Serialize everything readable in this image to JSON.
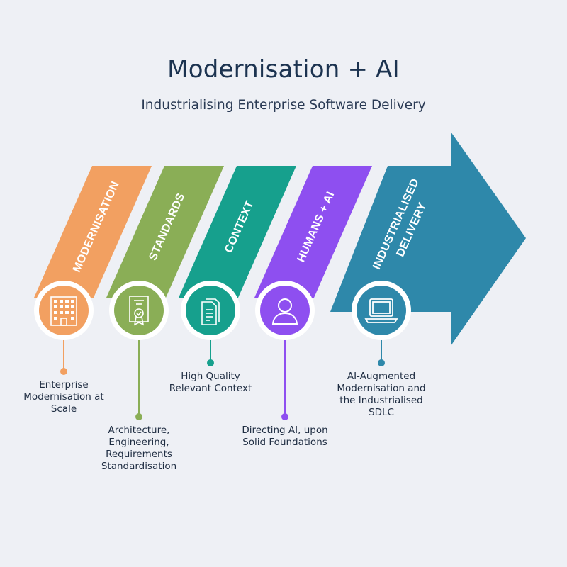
{
  "title": "Modernisation + AI",
  "subtitle": "Industrialising Enterprise Software Delivery",
  "stages": [
    {
      "label": "MODERNISATION",
      "description": "Enterprise\nModernisation at\nScale",
      "color": "#f2a061",
      "icon": "building-icon"
    },
    {
      "label": "STANDARDS",
      "description": "Architecture,\nEngineering,\nRequirements\nStandardisation",
      "color": "#8aae56",
      "icon": "certificate-icon"
    },
    {
      "label": "CONTEXT",
      "description": "High Quality\nRelevant Context",
      "color": "#16a08d",
      "icon": "documents-icon"
    },
    {
      "label": "HUMANS + AI",
      "description": "Directing AI, upon\nSolid Foundations",
      "color": "#8e4ff0",
      "icon": "user-icon"
    },
    {
      "label_line1": "INDUSTRIALISED",
      "label_line2": "DELIVERY",
      "description": "AI-Augmented\nModernisation and\nthe Industrialised\nSDLC",
      "color": "#2e88aa",
      "icon": "laptop-icon"
    }
  ]
}
